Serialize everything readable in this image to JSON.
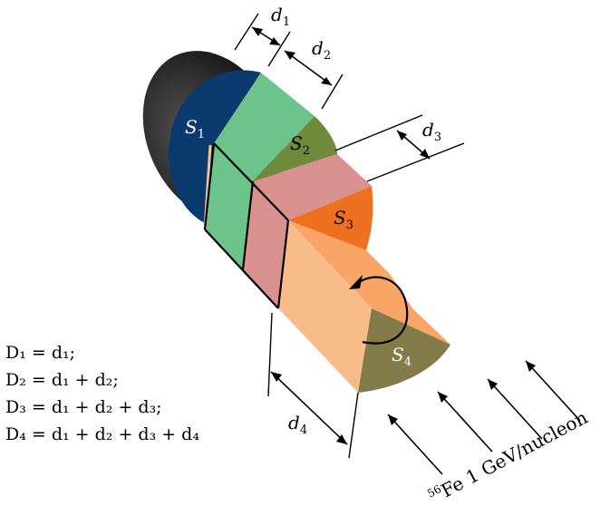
{
  "labels": {
    "S1": "S",
    "S1_sub": "1",
    "S2": "S",
    "S2_sub": "2",
    "S3": "S",
    "S3_sub": "3",
    "S4": "S",
    "S4_sub": "4",
    "d1": "d",
    "d1_sub": "1",
    "d2": "d",
    "d2_sub": "2",
    "d3": "d",
    "d3_sub": "3",
    "d4": "d",
    "d4_sub": "4"
  },
  "equations": [
    "D₁ = d₁;",
    "D₂ = d₁ + d₂;",
    "D₃ = d₁ + d₂ + d₃;",
    "D₄ = d₁ + d₂ + d₃ + d₄"
  ],
  "beam": {
    "mass_number": "56",
    "text": "Fe 1 GeV/nucleon"
  },
  "colors": {
    "disk_dark": "#1a1a1a",
    "s1_blue": "#0b3a6e",
    "segment1_green": "#6cc48a",
    "s2_olive": "#6e8a3a",
    "segment2_pink": "#d8918f",
    "s3_orange": "#f07022",
    "segment3_peach": "#f8bb8a",
    "s4_olive": "#847b4a"
  }
}
